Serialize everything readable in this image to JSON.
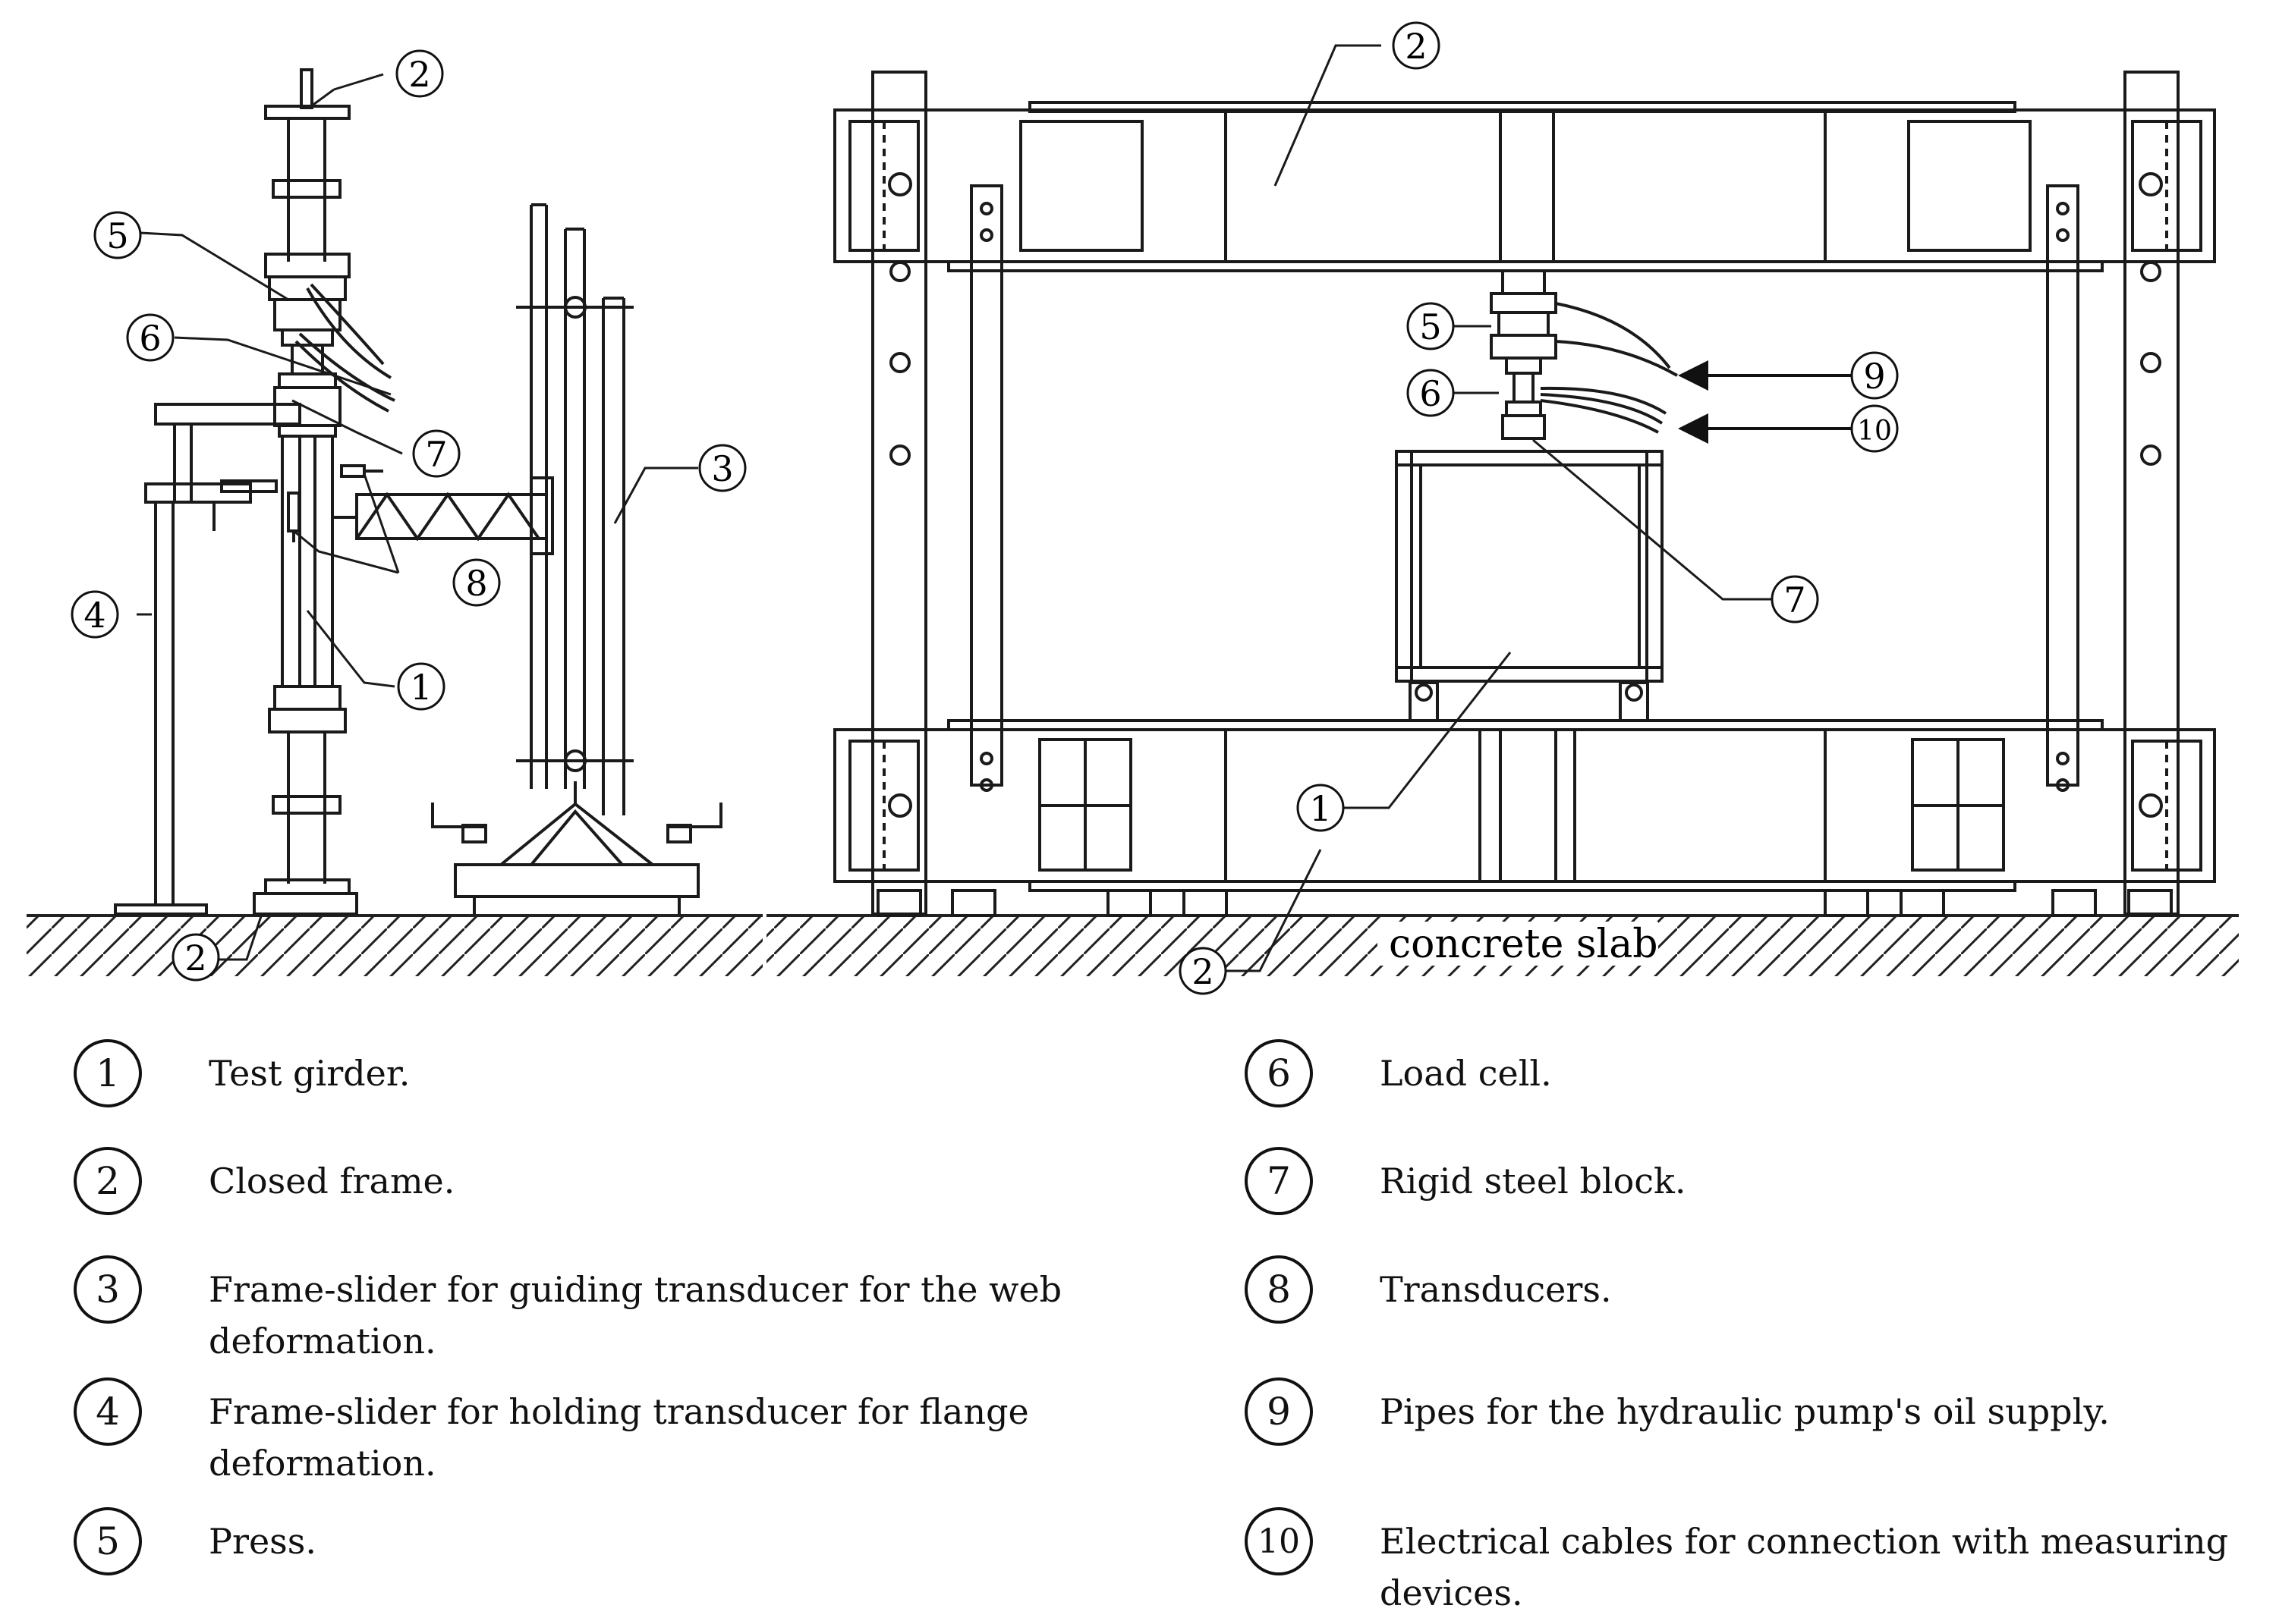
{
  "diagram": {
    "callouts": {
      "c1": "1",
      "c2": "2",
      "c3": "3",
      "c4": "4",
      "c5": "5",
      "c6": "6",
      "c7": "7",
      "c8": "8",
      "c9": "9",
      "c10": "10"
    },
    "ground_label": "concrete slab"
  },
  "legend": {
    "items": [
      {
        "num": "1",
        "text": "Test girder."
      },
      {
        "num": "2",
        "text": "Closed frame."
      },
      {
        "num": "3",
        "text": "Frame-slider for guiding transducer for the web deformation."
      },
      {
        "num": "4",
        "text": "Frame-slider for holding transducer for flange deformation."
      },
      {
        "num": "5",
        "text": "Press."
      },
      {
        "num": "6",
        "text": "Load cell."
      },
      {
        "num": "7",
        "text": "Rigid steel block."
      },
      {
        "num": "8",
        "text": "Transducers."
      },
      {
        "num": "9",
        "text": "Pipes for the hydraulic pump's oil supply."
      },
      {
        "num": "10",
        "text": "Electrical cables for connection with measuring devices."
      }
    ]
  }
}
